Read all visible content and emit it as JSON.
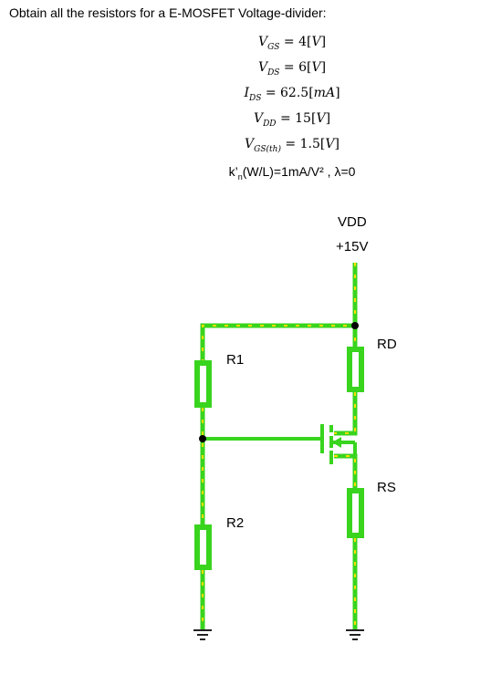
{
  "prompt": "Obtain all the resistors for a E-MOSFET Voltage-divider:",
  "given": {
    "vgs": {
      "sym": "V",
      "sub": "GS",
      "rhs": "= 4[",
      "unit": "V",
      "close": "]"
    },
    "vds": {
      "sym": "V",
      "sub": "DS",
      "rhs": "= 6[",
      "unit": "V",
      "close": "]"
    },
    "ids": {
      "sym": "I",
      "sub": "DS",
      "rhs": "= 62.5[",
      "unit": "mA",
      "close": "]"
    },
    "vdd": {
      "sym": "V",
      "sub": "DD",
      "rhs": "= 15[",
      "unit": "V",
      "close": "]"
    },
    "vth": {
      "sym": "V",
      "sub": "GS(th)",
      "rhs": "= 1.5[",
      "unit": "V",
      "close": "]"
    },
    "k": {
      "pre": "k’",
      "sub": "n",
      "post": "(W/L)=1mA/V² , λ=0"
    }
  },
  "circuit": {
    "vdd_name": "VDD",
    "vdd_value": "+15V",
    "r1": "R1",
    "r2": "R2",
    "rd": "RD",
    "rs": "RS"
  },
  "colors": {
    "wire": "#38d41e",
    "dash": "#ffe000",
    "resistor": "#38d41e",
    "node": "#000000",
    "ground": "#222222"
  }
}
